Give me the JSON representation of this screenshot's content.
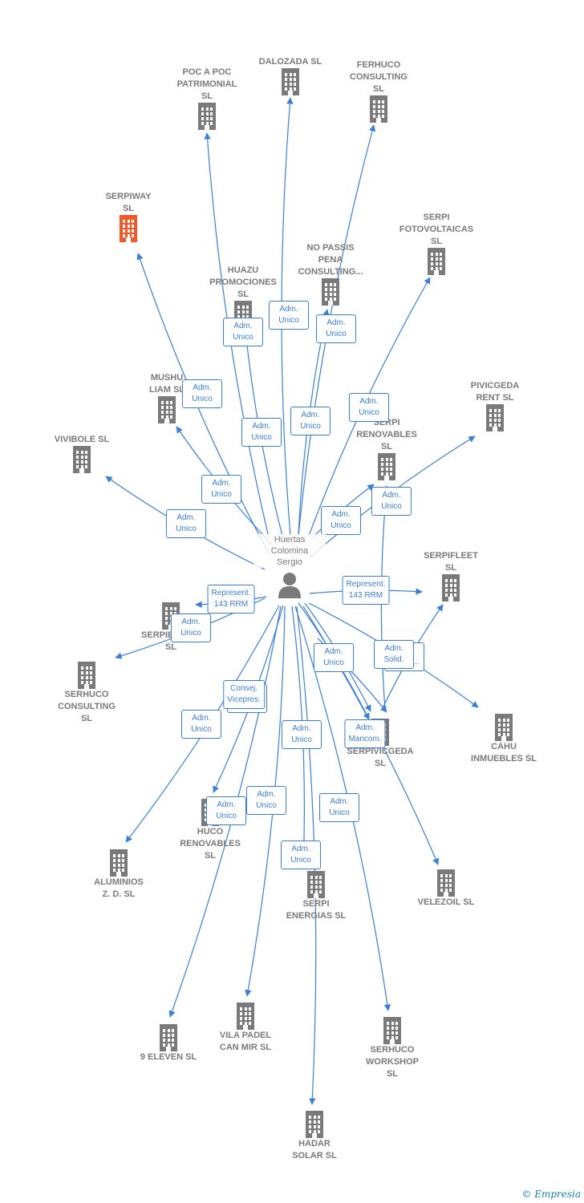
{
  "colors": {
    "edge": "#3b7fd6",
    "building": "#7a7a7a",
    "highlight": "#f05a28"
  },
  "center": {
    "label": "Huertas\nColomina\nSergio",
    "icon": "person-icon"
  },
  "companies": [
    {
      "id": "poc",
      "label": "POC A POC\nPATRIMONIAL\nSL",
      "icon": "building-icon"
    },
    {
      "id": "dalozada",
      "label": "DALOZADA  SL",
      "icon": "building-icon"
    },
    {
      "id": "ferhuco",
      "label": "FERHUCO\nCONSULTING\nSL",
      "icon": "building-icon"
    },
    {
      "id": "serpiway",
      "label": "SERPIWAY\nSL",
      "icon": "building-icon",
      "highlight": true
    },
    {
      "id": "serpifotov",
      "label": "SERPI\nFOTOVOLTAICAS\nSL",
      "icon": "building-icon"
    },
    {
      "id": "nopassis",
      "label": "NO PASSIS\nPENA\nCONSULTING...",
      "icon": "building-icon"
    },
    {
      "id": "huazu",
      "label": "HUAZU\nPROMOCIONES\nSL",
      "icon": "building-icon"
    },
    {
      "id": "mushu",
      "label": "MUSHU\nLIAM  SL",
      "icon": "building-icon"
    },
    {
      "id": "pivicgeda",
      "label": "PIVICGEDA\nRENT  SL",
      "icon": "building-icon"
    },
    {
      "id": "vivibole",
      "label": "VIVIBOLE  SL",
      "icon": "building-icon"
    },
    {
      "id": "serpirenov",
      "label": "SERPI\nRENOVABLES\nSL",
      "icon": "building-icon"
    },
    {
      "id": "serpifleet",
      "label": "SERPIFLEET\nSL",
      "icon": "building-icon"
    },
    {
      "id": "serpiequity",
      "label": "SERPIEQUITY\nSL",
      "icon": "building-icon"
    },
    {
      "id": "serhucocons",
      "label": "SERHUCO\nCONSULTING\nSL",
      "icon": "building-icon"
    },
    {
      "id": "cahu",
      "label": "CAHU\nINMUEBLES  SL",
      "icon": "building-icon"
    },
    {
      "id": "serpivicgeda",
      "label": "SERPIVICGEDA\nSL",
      "icon": "building-icon"
    },
    {
      "id": "huco",
      "label": "HUCO\nRENOVABLES\nSL",
      "icon": "building-icon"
    },
    {
      "id": "aluminios",
      "label": "ALUMINIOS\nZ. D.  SL",
      "icon": "building-icon"
    },
    {
      "id": "serpienergias",
      "label": "SERPI\nENERGIAS  SL",
      "icon": "building-icon"
    },
    {
      "id": "velezoil",
      "label": "VELEZOIL  SL",
      "icon": "building-icon"
    },
    {
      "id": "eleven",
      "label": "9 ELEVEN  SL",
      "icon": "building-icon"
    },
    {
      "id": "vilapadel",
      "label": "VILA PADEL\nCAN MIR  SL",
      "icon": "building-icon"
    },
    {
      "id": "serhucowork",
      "label": "SERHUCO\nWORKSHOP\nSL",
      "icon": "building-icon"
    },
    {
      "id": "hadar",
      "label": "HADAR\nSOLAR  SL",
      "icon": "building-icon"
    }
  ],
  "relations": [
    {
      "label": "Adm.\nUnico"
    },
    {
      "label": "Adm.\nUnico"
    },
    {
      "label": "Adm.\nUnico"
    },
    {
      "label": "Adm.\nUnico"
    },
    {
      "label": "Adm.\nUnico"
    },
    {
      "label": "Adm.\nUnico"
    },
    {
      "label": "Adm.\nUnico"
    },
    {
      "label": "Adm.\nUnico"
    },
    {
      "label": "Adm.\nUnico"
    },
    {
      "label": "Adm.\nUnico"
    },
    {
      "label": "Adm.\nUnico"
    },
    {
      "label": "Represent.\n143 RRM"
    },
    {
      "label": "Represent.\n143 RRM"
    },
    {
      "label": "Adm.\nUnico"
    },
    {
      "label": "Adm.\nUnico...."
    },
    {
      "label": "Adm.\nUnico"
    },
    {
      "label": "Adm.\nSolid."
    },
    {
      "label": "Adm.\nUnico"
    },
    {
      "label": "Adm.\nMancom."
    },
    {
      "label": "Adm.\nUnico"
    },
    {
      "label": "Adm.\nUnico"
    },
    {
      "label": "Adm.\nUnico"
    },
    {
      "label": "Adm.\nUnico"
    },
    {
      "label": "Adm.\nUnico"
    },
    {
      "label": "Adm.\nUnico"
    },
    {
      "label": "Consej.\nVicepres."
    },
    {
      "label": "Adm.\nUnico"
    },
    {
      "label": "Adm.\nUnico"
    },
    {
      "label": "Adm.\nUnico"
    }
  ],
  "footer": {
    "copyright": "©",
    "brand": "Empresia"
  }
}
